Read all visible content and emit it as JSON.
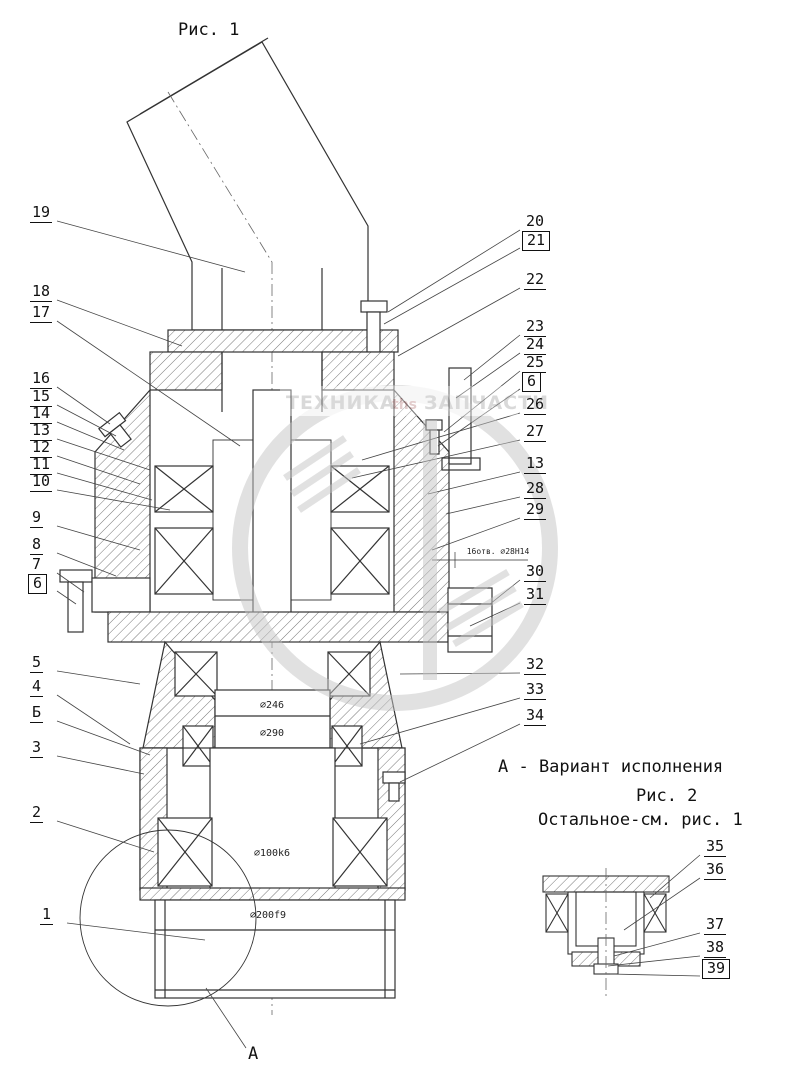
{
  "figure": {
    "fig1_title": "Рис. 1",
    "fig2_title": "Рис. 2",
    "variant_note": "А - Вариант исполнения",
    "rest_note": "Остальное-см. рис. 1",
    "section_label": "А"
  },
  "callouts": {
    "left": [
      {
        "label": "19",
        "boxed": false
      },
      {
        "label": "18",
        "boxed": false
      },
      {
        "label": "17",
        "boxed": false
      },
      {
        "label": "16",
        "boxed": false
      },
      {
        "label": "15",
        "boxed": false
      },
      {
        "label": "14",
        "boxed": false
      },
      {
        "label": "13",
        "boxed": false
      },
      {
        "label": "12",
        "boxed": false
      },
      {
        "label": "11",
        "boxed": false
      },
      {
        "label": "10",
        "boxed": false
      },
      {
        "label": "9",
        "boxed": false
      },
      {
        "label": "8",
        "boxed": false
      },
      {
        "label": "7",
        "boxed": false
      },
      {
        "label": "6",
        "boxed": true
      },
      {
        "label": "5",
        "boxed": false
      },
      {
        "label": "4",
        "boxed": false
      },
      {
        "label": "Б",
        "boxed": false
      },
      {
        "label": "3",
        "boxed": false
      },
      {
        "label": "2",
        "boxed": false
      },
      {
        "label": "1",
        "boxed": false
      }
    ],
    "right": [
      {
        "label": "20",
        "boxed": false
      },
      {
        "label": "21",
        "boxed": true
      },
      {
        "label": "22",
        "boxed": false
      },
      {
        "label": "23",
        "boxed": false
      },
      {
        "label": "24",
        "boxed": false
      },
      {
        "label": "25",
        "boxed": false
      },
      {
        "label": "6",
        "boxed": true
      },
      {
        "label": "26",
        "boxed": false
      },
      {
        "label": "27",
        "boxed": false
      },
      {
        "label": "13",
        "boxed": false
      },
      {
        "label": "28",
        "boxed": false
      },
      {
        "label": "29",
        "boxed": false
      },
      {
        "label": "30",
        "boxed": false
      },
      {
        "label": "31",
        "boxed": false
      },
      {
        "label": "32",
        "boxed": false
      },
      {
        "label": "33",
        "boxed": false
      },
      {
        "label": "34",
        "boxed": false
      }
    ],
    "fig2": [
      {
        "label": "35",
        "boxed": false
      },
      {
        "label": "36",
        "boxed": false
      },
      {
        "label": "37",
        "boxed": false
      },
      {
        "label": "38",
        "boxed": false
      },
      {
        "label": "39",
        "boxed": true
      }
    ]
  },
  "dimensions": {
    "d246": "∅246",
    "d290": "∅290",
    "d100": "∅100k6",
    "d200": "∅200f9",
    "holes": "16отв. ∅28Н14"
  },
  "watermark": {
    "left": "ТЕХНИКА",
    "center": "ths",
    "right": "ЗАПЧАСТИ",
    "color": "#bdbdbd"
  }
}
